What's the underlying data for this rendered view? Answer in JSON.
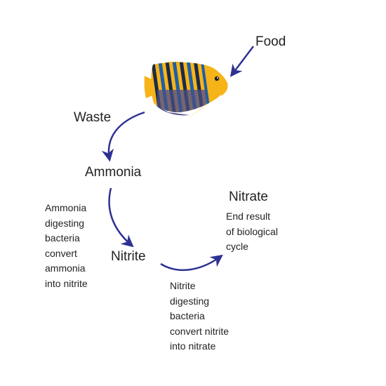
{
  "labels": {
    "food": "Food",
    "waste": "Waste",
    "ammonia": "Ammonia",
    "nitrite": "Nitrite",
    "nitrate": "Nitrate"
  },
  "notes": {
    "ammonia_bacteria": [
      "Ammonia",
      "digesting",
      "bacteria",
      "convert",
      "ammonia",
      "into nitrite"
    ],
    "nitrite_bacteria": [
      "Nitrite",
      "digesting",
      "bacteria",
      "convert nitrite",
      "into nitrate"
    ],
    "nitrate_result": [
      "End result",
      "of biological",
      "cycle"
    ]
  },
  "colors": {
    "arrow": "#2e3192",
    "text": "#231f20",
    "fish_yellow": "#f7b418",
    "fish_blue": "#1d5fa8",
    "fish_dark": "#1a2a4a"
  },
  "icons": {
    "fish": "angelfish-icon",
    "arrow": "arrow-icon"
  }
}
